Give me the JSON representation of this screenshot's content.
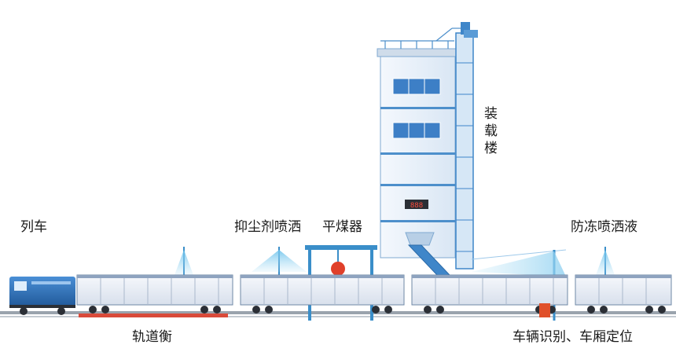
{
  "labels": {
    "train": "列车",
    "dust_spray": "抑尘剂喷洒",
    "leveler": "平煤器",
    "loading_tower": "装载楼",
    "antifreeze_spray": "防冻喷洒液",
    "track_scale": "轨道衡",
    "vehicle_id": "车辆识别、车厢定位"
  },
  "tower_display": "888",
  "colors": {
    "locomotive": "#2e6fb8",
    "wagon": "#eef2f8",
    "frame": "#3a8ec9",
    "tower": "#e9f1fa",
    "window": "#3d7fc6",
    "leveler_red": "#e0402a",
    "scale_red": "#d94a3a"
  },
  "icons": [
    "locomotive-icon",
    "hopper-wagon-icon",
    "spray-nozzle-icon",
    "leveler-icon",
    "loading-tower-icon",
    "sensor-icon"
  ]
}
